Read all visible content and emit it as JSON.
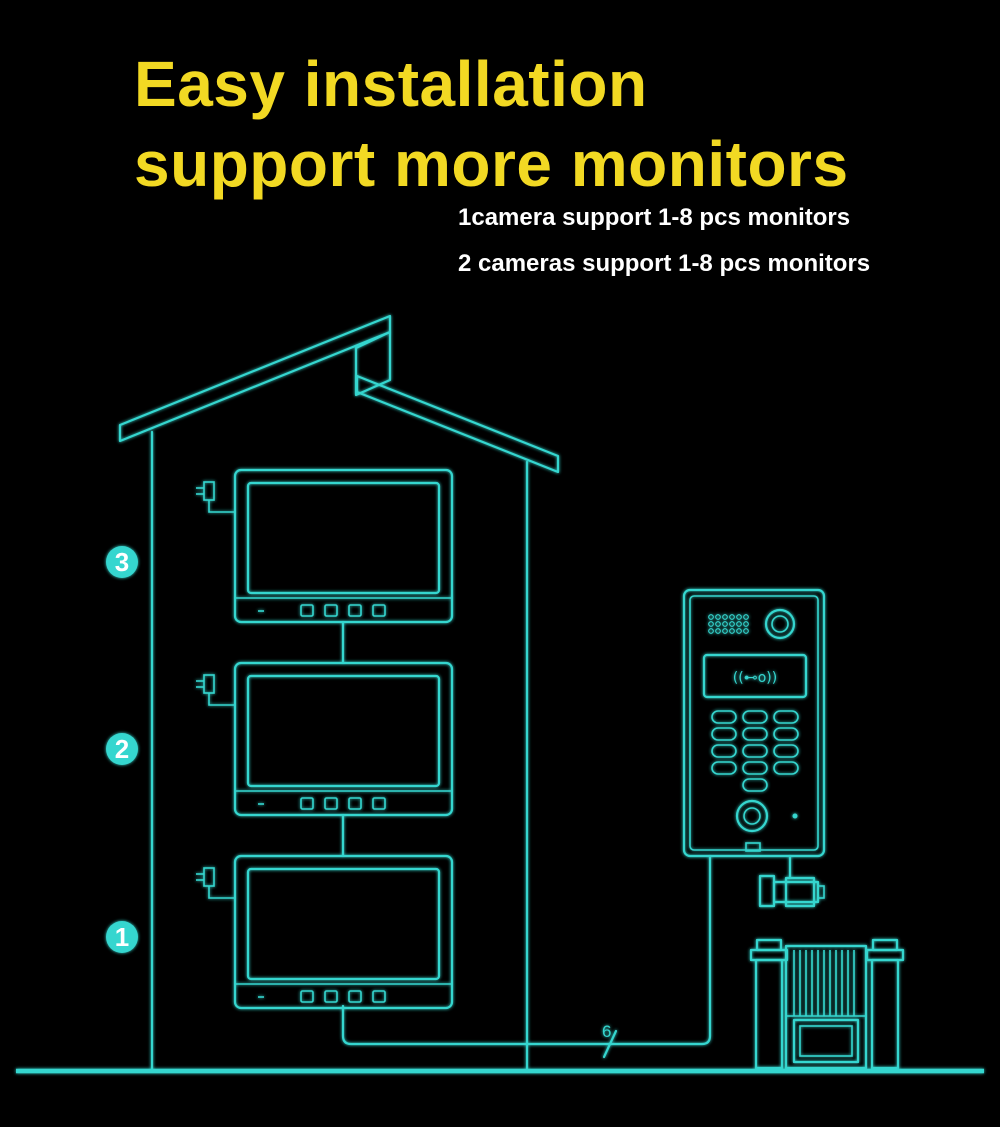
{
  "header": {
    "title_line1": "Easy installation",
    "title_line2": "support more monitors",
    "subtitle_line1": "1camera support 1-8 pcs monitors",
    "subtitle_line2": "2 cameras support 1-8 pcs monitors"
  },
  "floors": [
    {
      "label": "3"
    },
    {
      "label": "2"
    },
    {
      "label": "1"
    }
  ],
  "cable": {
    "label": "6"
  },
  "colors": {
    "title": "#f2d923",
    "subtitle": "#ffffff",
    "line": "#34d6cf",
    "background": "#000000"
  }
}
